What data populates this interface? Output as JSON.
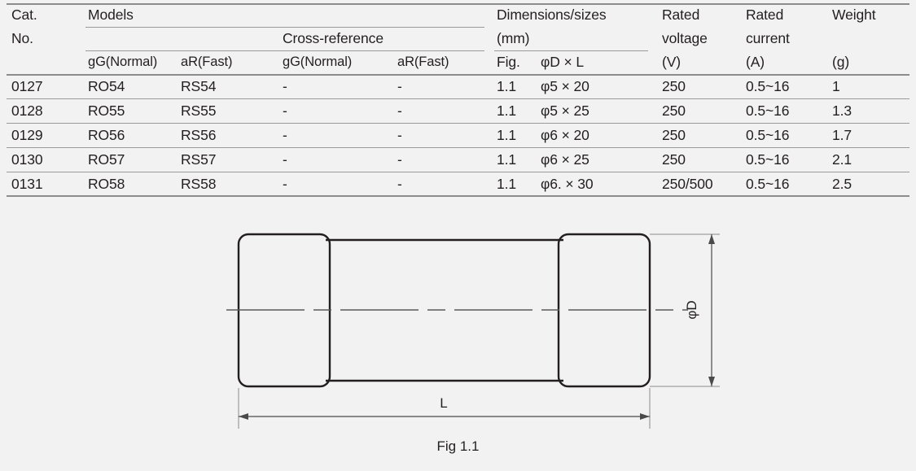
{
  "table": {
    "header": {
      "cat_no_line1": "Cat.",
      "cat_no_line2": "No.",
      "models_group": "Models",
      "cross_reference_group": "Cross-reference",
      "models_gg": "gG(Normal)",
      "models_ar": "aR(Fast)",
      "xref_gg": "gG(Normal)",
      "xref_ar": "aR(Fast)",
      "dimensions_line1": "Dimensions/sizes",
      "dimensions_line2": "(mm)",
      "fig_label": "Fig.",
      "d_x_l_label": "φD × L",
      "rated_voltage_line1": "Rated",
      "rated_voltage_line2": "voltage",
      "rated_voltage_unit": "(V)",
      "rated_current_line1": "Rated",
      "rated_current_line2": "current",
      "rated_current_unit": "(A)",
      "weight_line1": "Weight",
      "weight_unit": "(g)"
    },
    "rows": [
      {
        "cat_no": "0127",
        "models_gg": "RO54",
        "models_ar": "RS54",
        "xref_gg": "-",
        "xref_ar": "-",
        "fig": "1.1",
        "size": "φ5 × 20",
        "voltage": "250",
        "current": "0.5~16",
        "weight": "1"
      },
      {
        "cat_no": "0128",
        "models_gg": "RO55",
        "models_ar": "RS55",
        "xref_gg": "-",
        "xref_ar": "-",
        "fig": "1.1",
        "size": "φ5 × 25",
        "voltage": "250",
        "current": "0.5~16",
        "weight": "1.3"
      },
      {
        "cat_no": "0129",
        "models_gg": "RO56",
        "models_ar": "RS56",
        "xref_gg": "-",
        "xref_ar": "-",
        "fig": "1.1",
        "size": "φ6 × 20",
        "voltage": "250",
        "current": "0.5~16",
        "weight": "1.7"
      },
      {
        "cat_no": "0130",
        "models_gg": "RO57",
        "models_ar": "RS57",
        "xref_gg": "-",
        "xref_ar": "-",
        "fig": "1.1",
        "size": "φ6 × 25",
        "voltage": "250",
        "current": "0.5~16",
        "weight": "2.1"
      },
      {
        "cat_no": "0131",
        "models_gg": "RO58",
        "models_ar": "RS58",
        "xref_gg": "-",
        "xref_ar": "-",
        "fig": "1.1",
        "size": "φ6. × 30",
        "voltage": "250/500",
        "current": "0.5~16",
        "weight": "2.5"
      }
    ]
  },
  "drawing": {
    "caption": "Fig 1.1",
    "length_label": "L",
    "diameter_label": "φD",
    "line_color": "#231f20",
    "dimension_color": "#4a4a4a"
  }
}
